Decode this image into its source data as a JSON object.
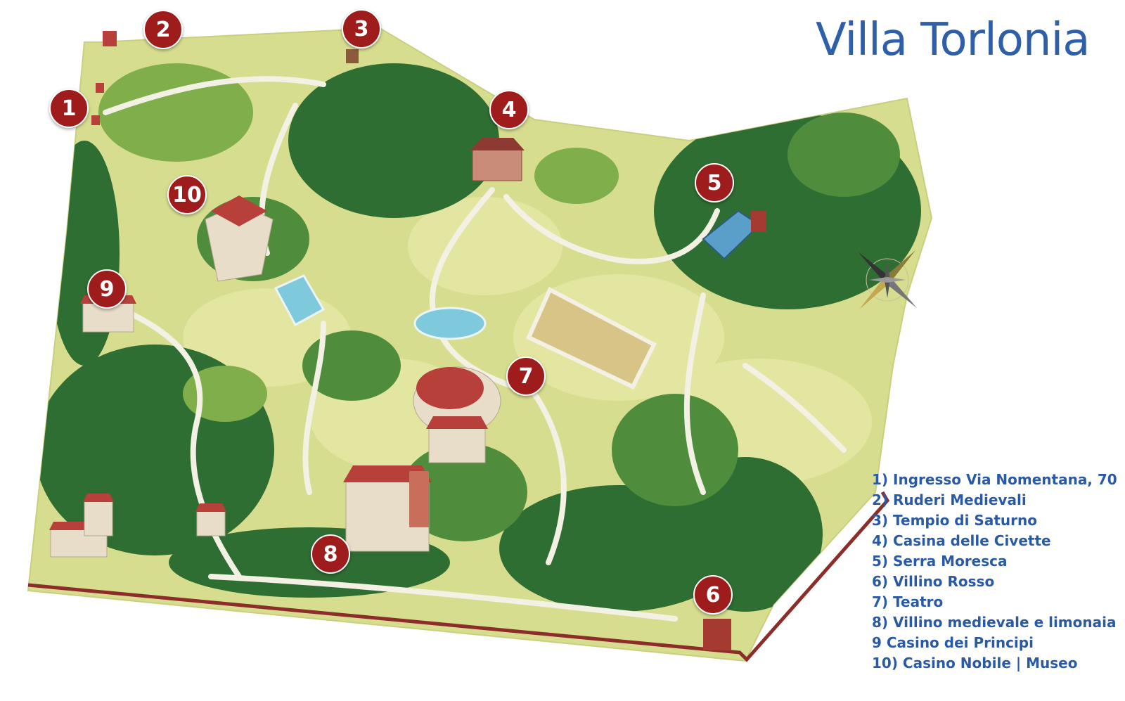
{
  "title": "Villa Torlonia",
  "colors": {
    "title": "#2e5fa8",
    "legend_text": "#2a5aa3",
    "marker": "#9e1c1c",
    "lawn": "#d7dd8f",
    "path": "#f3f1e4",
    "tree_dark": "#2f6e33",
    "tree_light": "#7fae4a",
    "roof": "#b8403a",
    "wall": "#e8ddc8",
    "water": "#7fc9dc",
    "boundary": "#8c2d2a"
  },
  "markers": [
    {
      "id": "1",
      "label": "1"
    },
    {
      "id": "2",
      "label": "2"
    },
    {
      "id": "3",
      "label": "3"
    },
    {
      "id": "4",
      "label": "4"
    },
    {
      "id": "5",
      "label": "5"
    },
    {
      "id": "6",
      "label": "6"
    },
    {
      "id": "7",
      "label": "7"
    },
    {
      "id": "8",
      "label": "8"
    },
    {
      "id": "9",
      "label": "9"
    },
    {
      "id": "10",
      "label": "10"
    }
  ],
  "legend": [
    "1) Ingresso Via Nomentana, 70",
    "2) Ruderi Medievali",
    "3) Tempio di Saturno",
    "4) Casina delle Civette",
    "5) Serra Moresca",
    "6) Villino Rosso",
    "7) Teatro",
    "8) Villino medievale e limonaia",
    "9 Casino dei Principi",
    "10) Casino Nobile | Museo"
  ],
  "compass_icon": "compass-rose-icon"
}
